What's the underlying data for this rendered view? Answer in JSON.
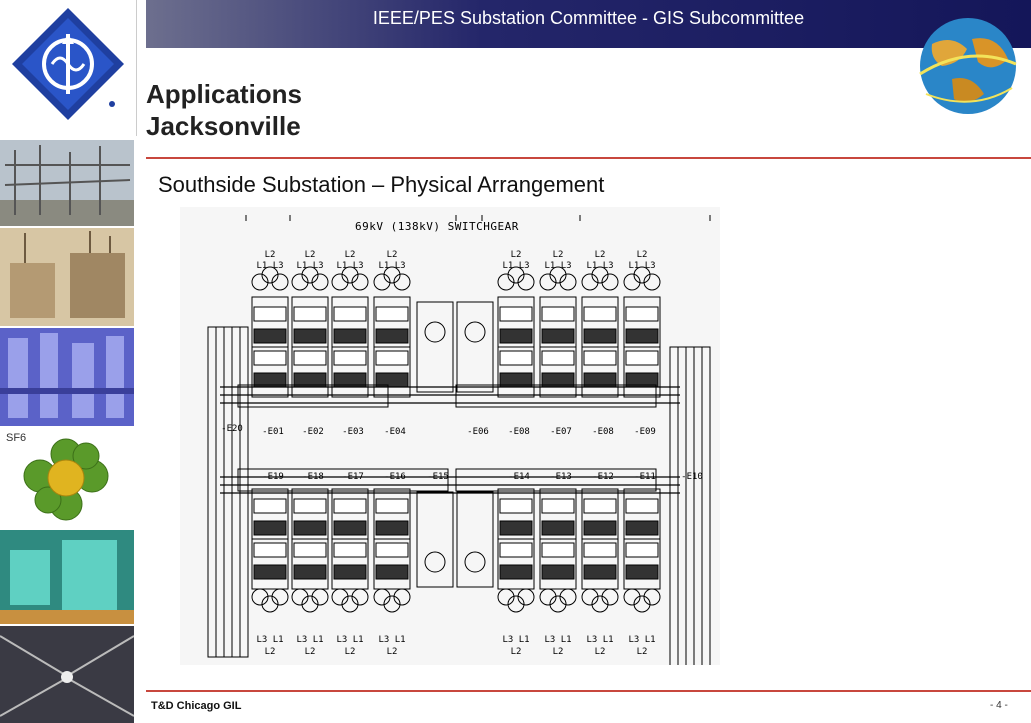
{
  "header": {
    "title": "IEEE/PES Substation Committee - GIS Subcommittee"
  },
  "slide": {
    "title_line1": "Applications",
    "title_line2": "Jacksonville",
    "subtitle": "Southside Substation – Physical Arrangement"
  },
  "drawing": {
    "title": "69kV (138kV) SWITCHGEAR",
    "phase_top": [
      "L2",
      "L1 L3"
    ],
    "phase_bottom": [
      "L3 L1",
      "L2"
    ],
    "bay_labels_top": [
      "-E01",
      "-E02",
      "-E03",
      "-E04",
      "-E06",
      "-E08",
      "-E07",
      "-E08",
      "-E09"
    ],
    "bay_labels_bottom": [
      "-E19",
      "-E18",
      "-E17",
      "-E16",
      "-E15",
      "-E14",
      "-E13",
      "-E12",
      "-E11"
    ],
    "side_label_left": "-E20",
    "side_label_right": "-E10"
  },
  "strip": {
    "sf6_label": "SF6"
  },
  "footer": {
    "left": "T&D Chicago GIL",
    "right": "- 4 -"
  },
  "colors": {
    "header_dark": "#141659",
    "rule": "#c8473d",
    "logo_blue": "#1f3fa0"
  },
  "icons": [
    "ieee-logo-icon",
    "globe-icon"
  ]
}
